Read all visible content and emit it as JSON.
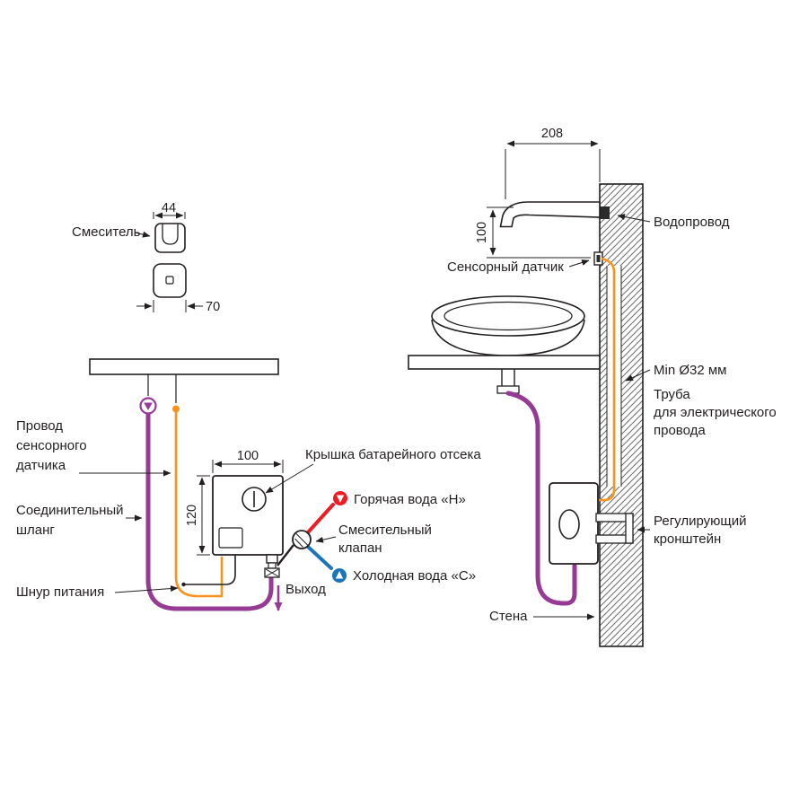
{
  "colors": {
    "purple": "#963a96",
    "orange": "#f7941d",
    "red": "#ec1c24",
    "blue": "#1c75bc",
    "line": "#231f20"
  },
  "dimensions": {
    "spout_width": "44",
    "body_width": "70",
    "box_width": "100",
    "box_height": "120",
    "spout_reach": "208",
    "spout_to_sensor": "100"
  },
  "labels": {
    "mixer": "Смеситель",
    "sensor_wire": [
      "Провод",
      "сенсорного",
      "датчика"
    ],
    "connecting_hose": [
      "Соединительный",
      "шланг"
    ],
    "power_cord": "Шнур питания",
    "battery_cover": "Крышка батарейного отсека",
    "hot_water": "Горячая вода «Н»",
    "mixing_valve": [
      "Смесительный",
      "клапан"
    ],
    "cold_water": "Холодная вода «С»",
    "outlet": "Выход",
    "water_supply": "Водопровод",
    "sensor": "Сенсорный датчик",
    "min_diameter": "Min Ø32 мм",
    "conduit": [
      "Труба",
      "для электрического",
      "провода"
    ],
    "bracket": [
      "Регулирующий",
      "кронштейн"
    ],
    "wall": "Стена"
  }
}
